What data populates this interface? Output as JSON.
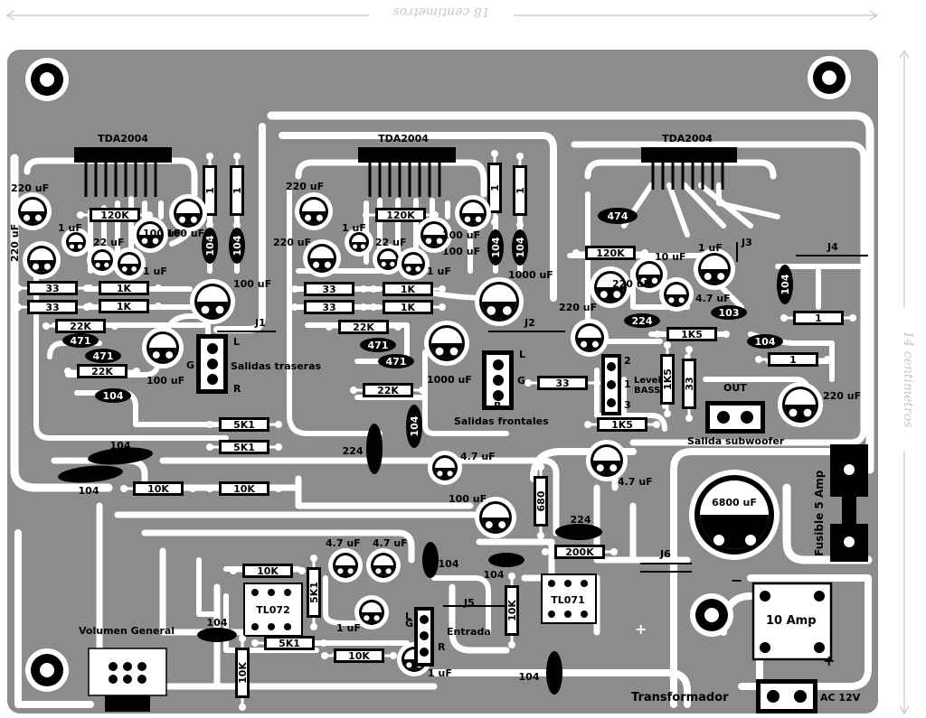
{
  "dimensions": {
    "width": "18 centimetros",
    "height": "14 centimetros"
  },
  "ics": {
    "left": "TDA2004",
    "mid": "TDA2004",
    "right": "TDA2004",
    "tl072": "TL072",
    "tl071": "TL071"
  },
  "resistors": [
    {
      "id": "r1",
      "text": "120K"
    },
    {
      "id": "r2",
      "text": "33"
    },
    {
      "id": "r3",
      "text": "33"
    },
    {
      "id": "r4",
      "text": "1K"
    },
    {
      "id": "r5",
      "text": "1K"
    },
    {
      "id": "r6",
      "text": "22K"
    },
    {
      "id": "r7",
      "text": "22K"
    },
    {
      "id": "r8",
      "text": "1"
    },
    {
      "id": "r9",
      "text": "1"
    },
    {
      "id": "r10",
      "text": "120K"
    },
    {
      "id": "r11",
      "text": "33"
    },
    {
      "id": "r12",
      "text": "33"
    },
    {
      "id": "r13",
      "text": "1K"
    },
    {
      "id": "r14",
      "text": "1K"
    },
    {
      "id": "r15",
      "text": "22K"
    },
    {
      "id": "r16",
      "text": "22K"
    },
    {
      "id": "r17",
      "text": "1"
    },
    {
      "id": "r18",
      "text": "1"
    },
    {
      "id": "r19",
      "text": "120K"
    },
    {
      "id": "r20",
      "text": "1K5"
    },
    {
      "id": "r21",
      "text": "1K5"
    },
    {
      "id": "r22",
      "text": "33"
    },
    {
      "id": "r23",
      "text": "1"
    },
    {
      "id": "r24",
      "text": "1"
    },
    {
      "id": "r25",
      "text": "33"
    },
    {
      "id": "r26",
      "text": "1K5"
    },
    {
      "id": "r27",
      "text": "5K1"
    },
    {
      "id": "r28",
      "text": "5K1"
    },
    {
      "id": "r29",
      "text": "10K"
    },
    {
      "id": "r30",
      "text": "10K"
    },
    {
      "id": "r31",
      "text": "680"
    },
    {
      "id": "r32",
      "text": "200K"
    },
    {
      "id": "r33",
      "text": "10K"
    },
    {
      "id": "r34",
      "text": "5K1"
    },
    {
      "id": "r35",
      "text": "10K"
    },
    {
      "id": "r36",
      "text": "5K1"
    },
    {
      "id": "r37",
      "text": "10K"
    },
    {
      "id": "r38",
      "text": "10K"
    }
  ],
  "ceramic_caps": [
    {
      "id": "c1",
      "text": "104"
    },
    {
      "id": "c2",
      "text": "104"
    },
    {
      "id": "c3",
      "text": "471"
    },
    {
      "id": "c4",
      "text": "471"
    },
    {
      "id": "c5",
      "text": "104"
    },
    {
      "id": "c6",
      "text": "104"
    },
    {
      "id": "c7",
      "text": "104"
    },
    {
      "id": "c8",
      "text": "104"
    },
    {
      "id": "c9",
      "text": "104"
    },
    {
      "id": "c10",
      "text": "471"
    },
    {
      "id": "c11",
      "text": "471"
    },
    {
      "id": "c12",
      "text": "104"
    },
    {
      "id": "c13",
      "text": "474"
    },
    {
      "id": "c14",
      "text": "224"
    },
    {
      "id": "c15",
      "text": "103"
    },
    {
      "id": "c16",
      "text": "104"
    },
    {
      "id": "c17",
      "text": "104"
    },
    {
      "id": "c18",
      "text": "224"
    },
    {
      "id": "c19",
      "text": "224"
    },
    {
      "id": "c20",
      "text": "104"
    },
    {
      "id": "c21",
      "text": "104"
    },
    {
      "id": "c22",
      "text": "104"
    },
    {
      "id": "c23",
      "text": "104"
    }
  ],
  "electrolytic_labels": [
    {
      "id": "e1",
      "text": "220 uF"
    },
    {
      "id": "e2",
      "text": "220 uF"
    },
    {
      "id": "e3",
      "text": "1 uF"
    },
    {
      "id": "e4",
      "text": "22 uF"
    },
    {
      "id": "e5",
      "text": "1 uF"
    },
    {
      "id": "e6",
      "text": "100 uF"
    },
    {
      "id": "e7",
      "text": "100 uF"
    },
    {
      "id": "e8",
      "text": "100 uF"
    },
    {
      "id": "e9",
      "text": "220 uF"
    },
    {
      "id": "e10",
      "text": "220 uF"
    },
    {
      "id": "e11",
      "text": "1 uF"
    },
    {
      "id": "e12",
      "text": "22 uF"
    },
    {
      "id": "e13",
      "text": "1 uF"
    },
    {
      "id": "e14",
      "text": "100 uF"
    },
    {
      "id": "e15",
      "text": "1000 uF"
    },
    {
      "id": "e16",
      "text": "1000 uF"
    },
    {
      "id": "e17",
      "text": "100 uF"
    },
    {
      "id": "e18",
      "text": "100 uF"
    },
    {
      "id": "e19",
      "text": "10 uF"
    },
    {
      "id": "e20",
      "text": "1 uF"
    },
    {
      "id": "e21",
      "text": "4.7 uF"
    },
    {
      "id": "e22",
      "text": "220 uF"
    },
    {
      "id": "e23",
      "text": "220 uF"
    },
    {
      "id": "e24",
      "text": "220 uF"
    },
    {
      "id": "e25",
      "text": "4.7 uF"
    },
    {
      "id": "e26",
      "text": "4.7 uF"
    },
    {
      "id": "e27",
      "text": "100 uF"
    },
    {
      "id": "e28",
      "text": "6800 uF"
    },
    {
      "id": "e29",
      "text": "4.7 uF"
    },
    {
      "id": "e30",
      "text": "4.7 uF"
    },
    {
      "id": "e31",
      "text": "1 uF"
    },
    {
      "id": "e32",
      "text": "1 uF"
    }
  ],
  "jumpers": {
    "j1": "J1",
    "j2": "J2",
    "j3": "J3",
    "j4": "J4",
    "j5": "J5",
    "j6": "J6"
  },
  "connectors": {
    "rear_label": "Salidas traseras",
    "front_label": "Salidas frontales",
    "sub_label": "Salida subwoofer",
    "out_label": "OUT",
    "input_label": "Entrada",
    "volume_label": "Volumen General",
    "transformer_label": "Transformador",
    "ac_label": "AC 12V",
    "fuse_label": "Fusible 5 Amp",
    "bridge_label": "10 Amp",
    "level_label": "Level",
    "bass_label": "BASS",
    "pin_l": "L",
    "pin_g": "G",
    "pin_r": "R",
    "pin_1": "1",
    "pin_2": "2",
    "pin_3": "3",
    "plus": "+",
    "minus": "−"
  },
  "colors": {
    "board": "#8c8c8c",
    "copper": "#ffffff",
    "ink": "#000000",
    "dimension": "#c8c8c8"
  }
}
